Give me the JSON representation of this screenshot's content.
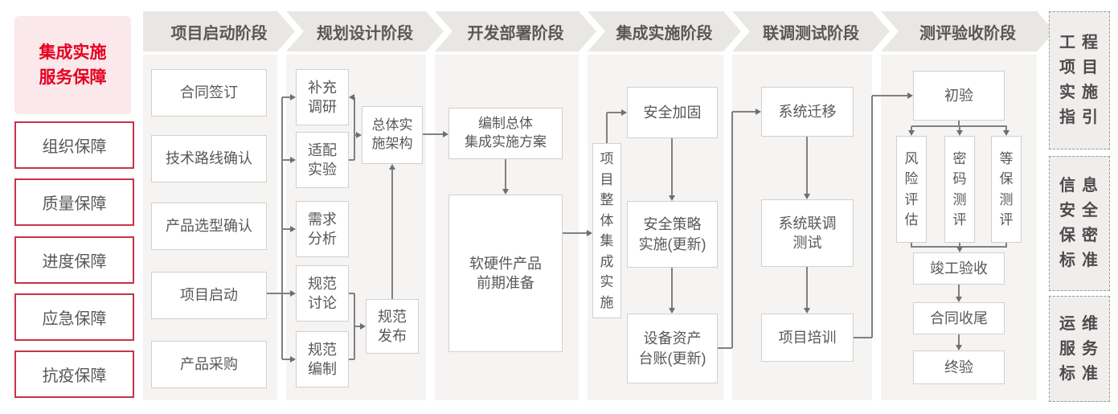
{
  "sidebar": {
    "title": "集成实施\n服务保障",
    "items": [
      "组织保障",
      "质量保障",
      "进度保障",
      "应急保障",
      "抗疫保障"
    ]
  },
  "phases": [
    "项目启动阶段",
    "规划设计阶段",
    "开发部署阶段",
    "集成实施阶段",
    "联调测试阶段",
    "测评验收阶段"
  ],
  "nodes": {
    "contract_signing": "合同签订",
    "tech_route_confirm": "技术路线确认",
    "product_selection_confirm": "产品选型确认",
    "project_kickoff": "项目启动",
    "product_procurement": "产品采购",
    "supplement_research": "补充\n调研",
    "adaptation_test": "适配\n实验",
    "requirement_analysis": "需求\n分析",
    "spec_discussion": "规范\n讨论",
    "spec_compilation": "规范\n编制",
    "overall_architecture": "总体实\n施架构",
    "spec_release": "规范\n发布",
    "overall_plan": "编制总体\n集成实施方案",
    "pre_preparation": "软硬件产品\n前期准备",
    "overall_integration": "项\n目\n整\n体\n集\n成\n实\n施",
    "security_hardening": "安全加固",
    "security_policy": "安全策略\n实施(更新)",
    "asset_ledger": "设备资产\n台账(更新)",
    "system_migration": "系统迁移",
    "joint_testing": "系统联调\n测试",
    "project_training": "项目培训",
    "initial_acceptance": "初验",
    "risk_assessment": "风\n险\n评\n估",
    "crypto_evaluation": "密\n码\n测\n评",
    "mlps_evaluation": "等\n保\n测\n评",
    "completion_acceptance": "竣工验收",
    "contract_closure": "合同收尾",
    "final_acceptance": "终验"
  },
  "standards": [
    "工程\n项目\n实施\n指引",
    "信息\n安全\n保密\n标准",
    "运维\n服务\n标准"
  ],
  "colors": {
    "accent_red": "#e60021",
    "crimson_border": "#c53449",
    "pink_bg": "#fbe8ea",
    "gray_text": "#595757",
    "ribbon_bg": "#e9e7e4",
    "column_bg": "#f5f4f2",
    "line_gray": "#808080"
  }
}
